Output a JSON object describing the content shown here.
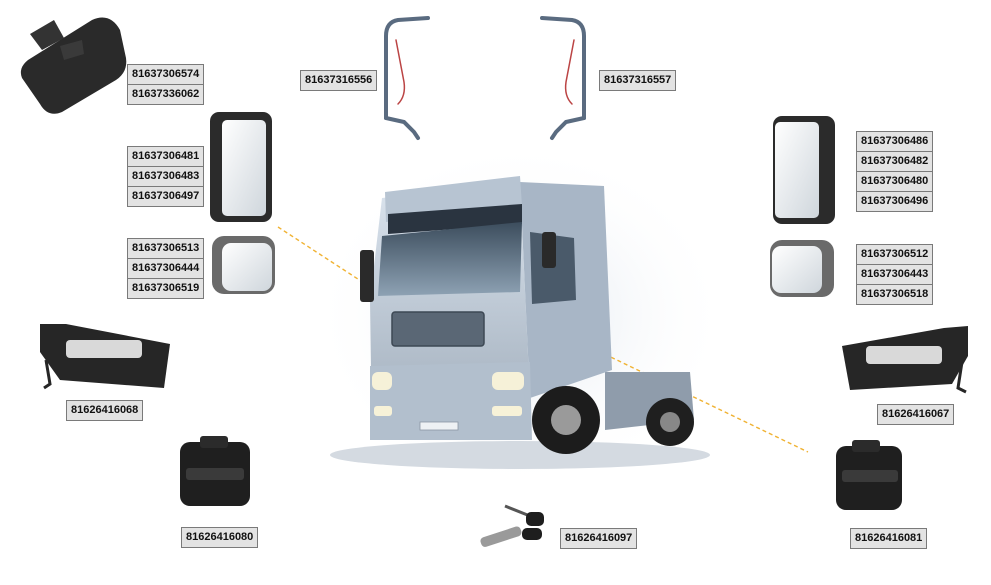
{
  "parts": {
    "mirror_cover": [
      "81637306574",
      "81637336062"
    ],
    "bracket_left": "81637316556",
    "bracket_right": "81637316557",
    "mirror_main_left": [
      "81637306481",
      "81637306483",
      "81637306497"
    ],
    "mirror_main_right": [
      "81637306486",
      "81637306482",
      "81637306480",
      "81637306496"
    ],
    "mirror_wide_left": [
      "81637306513",
      "81637306444",
      "81637306519"
    ],
    "mirror_wide_right": [
      "81637306512",
      "81637306443",
      "81637306518"
    ],
    "inner_handle_left": "81626416068",
    "inner_handle_right": "81626416067",
    "outer_handle_left": "81626416080",
    "outer_handle_right": "81626416081",
    "lock_keys": "81626416097"
  },
  "colors": {
    "label_bg": "#e3e3e3",
    "label_border": "#7a7a7a",
    "leader_line": "#f0b232",
    "truck_body": "#c7d3e0",
    "part_dark": "#262626"
  }
}
